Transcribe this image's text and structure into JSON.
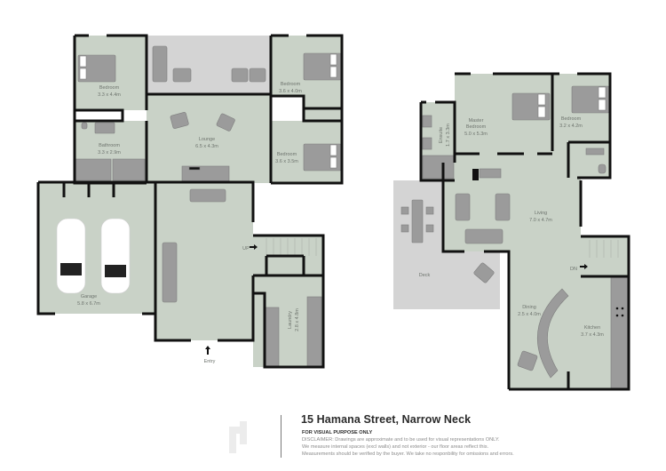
{
  "colors": {
    "room_fill": "#c9d2c7",
    "outdoor_fill": "#d4d4d4",
    "wall": "#111111",
    "furniture": "#9b9b9b",
    "label": "#6e746e"
  },
  "ground_floor": {
    "rooms": [
      {
        "name": "Bedroom",
        "size": "3.3 x 4.4m"
      },
      {
        "name": "Bathroom",
        "size": "3.3 x 2.9m"
      },
      {
        "name": "Lounge",
        "size": "6.5 x 4.3m"
      },
      {
        "name": "Bedroom",
        "size": "3.6 x 4.0m"
      },
      {
        "name": "Bedroom",
        "size": "3.6 x 3.5m"
      },
      {
        "name": "Garage",
        "size": "5.8 x 6.7m"
      },
      {
        "name": "Laundry",
        "size": "2.8 x 4.8m"
      }
    ],
    "markers": {
      "up": "UP",
      "entry": "Entry"
    }
  },
  "upper_floor": {
    "rooms": [
      {
        "name": "Ensuite",
        "size": "1.7 x 3.3m"
      },
      {
        "name": "Master Bedroom",
        "line1": "Master",
        "line2": "Bedroom",
        "size": "5.0 x 5.3m"
      },
      {
        "name": "Bedroom",
        "size": "3.2 x 4.2m"
      },
      {
        "name": "Living",
        "size": "7.0 x 4.7m"
      },
      {
        "name": "Deck",
        "size": ""
      },
      {
        "name": "Dining",
        "size": "2.5 x 4.0m"
      },
      {
        "name": "Kitchen",
        "size": "3.7 x 4.3m"
      }
    ],
    "markers": {
      "down": "DN"
    }
  },
  "footer": {
    "address": "15 Hamana Street, Narrow Neck",
    "subtitle": "FOR VISUAL PURPOSE ONLY",
    "disclaimer_lines": [
      "DISCLAIMER:  Drawings are approximate and to be used for visual representations ONLY.",
      "We measure internal spaces (excl walls) and not exterior - our floor areas reflect this.",
      "Measurements should be verified by the buyer. We take no responbility for omissions and errors."
    ]
  }
}
